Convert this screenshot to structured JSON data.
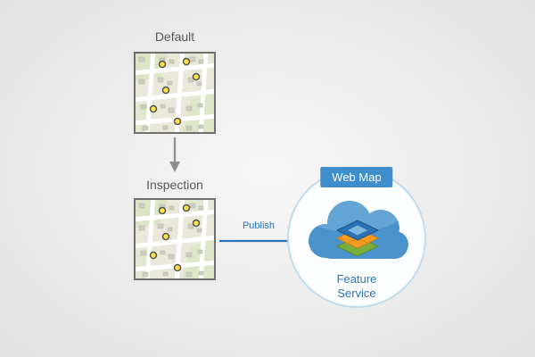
{
  "diagram": {
    "maps": [
      {
        "label": "Default"
      },
      {
        "label": "Inspection"
      }
    ],
    "publish_label": "Publish",
    "cloud": {
      "badge_label": "Web Map",
      "service_label": "Feature Service"
    },
    "icons": {
      "down_arrow": "down-arrow",
      "publish_arrow": "right-arrow",
      "cloud": "cloud-shape",
      "layers": "stacked-feature-layers",
      "map_marker": "yellow-circle-marker"
    }
  },
  "colors": {
    "background_center": "#f7f7f7",
    "background_edge": "#e0e0e0",
    "label_gray": "#595959",
    "arrow_gray": "#8f8f8f",
    "publish_blue": "#2e74b5",
    "badge_blue": "#3e8ecb",
    "cloud_blue": "#4a92cb",
    "circle_border": "#bedcf0",
    "circle_fill": "#fbfdfe",
    "service_text_blue": "#2e74b5",
    "marker_yellow": "#ffe14d",
    "map_border_gray": "#6f6f6f"
  }
}
